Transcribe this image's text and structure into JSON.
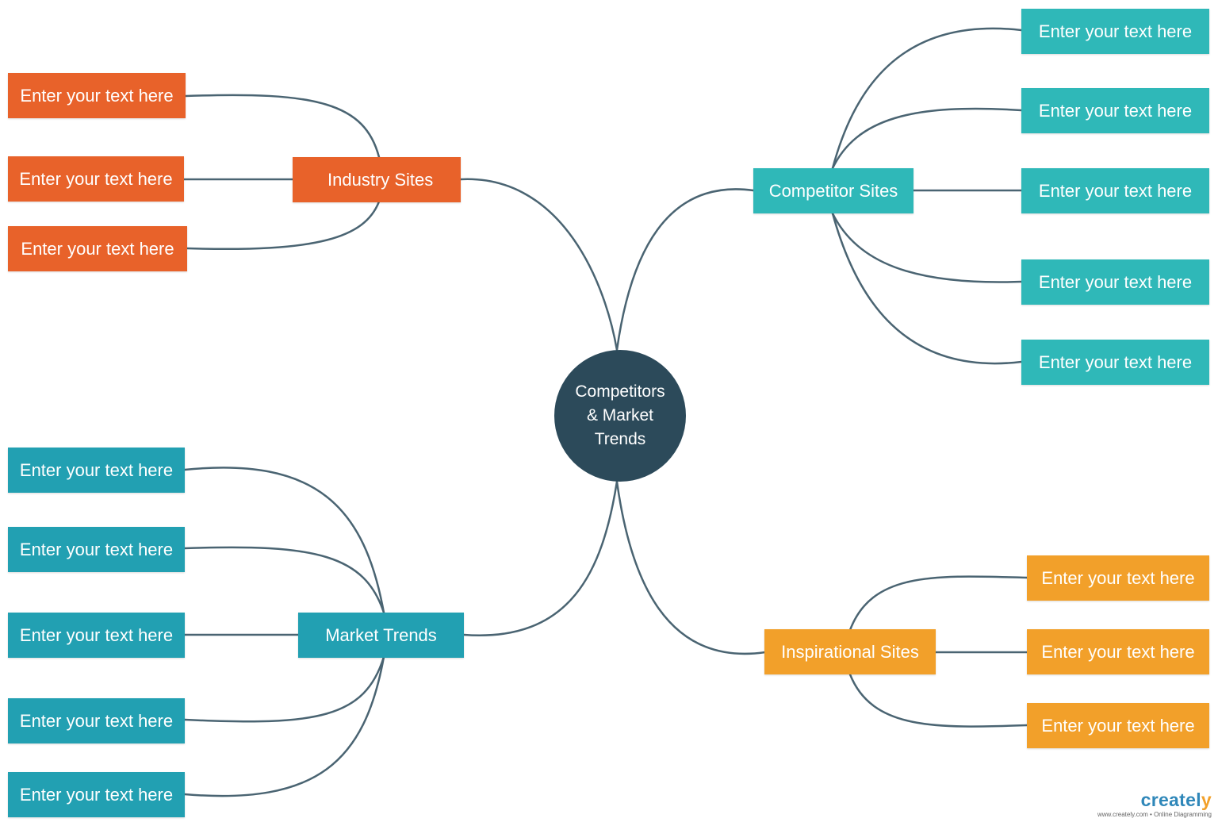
{
  "center": {
    "label": "Competitors\n& Market\nTrends"
  },
  "branches": {
    "industry": {
      "label": "Industry Sites",
      "color": "#e8622a",
      "children": [
        "Enter your text here",
        "Enter your text here",
        "Enter your text here"
      ]
    },
    "competitor": {
      "label": "Competitor Sites",
      "color": "#2fb8b8",
      "children": [
        "Enter your text here",
        "Enter your text here",
        "Enter your text here",
        "Enter your text here",
        "Enter your text here"
      ]
    },
    "market": {
      "label": "Market Trends",
      "color": "#22a0b2",
      "children": [
        "Enter your text here",
        "Enter your text here",
        "Enter your text here",
        "Enter your text here",
        "Enter your text here"
      ]
    },
    "inspirational": {
      "label": "Inspirational Sites",
      "color": "#f2a02a",
      "children": [
        "Enter your text here",
        "Enter your text here",
        "Enter your text here"
      ]
    }
  },
  "connector_color": "#4a6472",
  "watermark": {
    "brand_main": "createl",
    "brand_end": "y",
    "tagline": "www.creately.com • Online Diagramming"
  }
}
